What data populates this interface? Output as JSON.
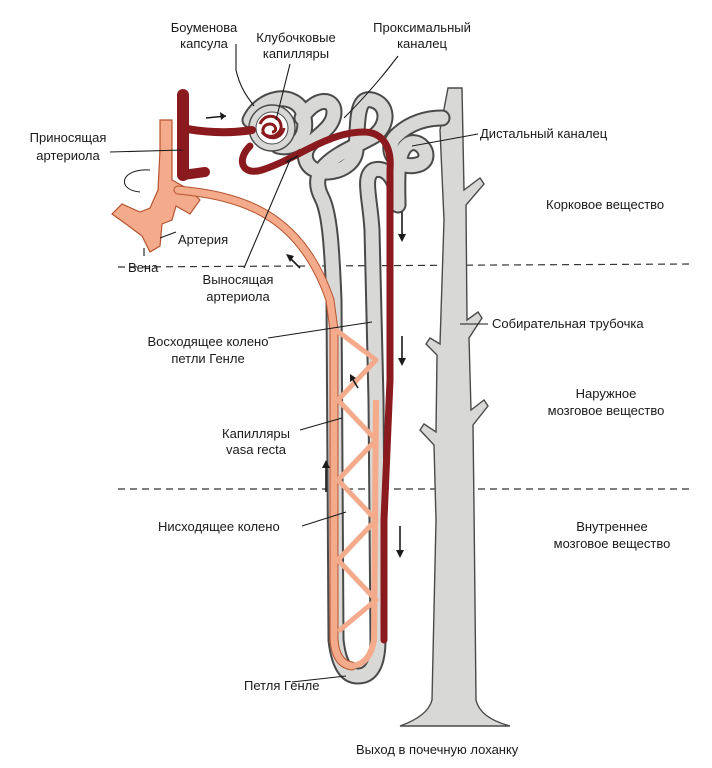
{
  "colors": {
    "tubule_fill": "#d8d8d6",
    "tubule_outline": "#4a4a4a",
    "arterial": "#8b1a1e",
    "venous": "#f4ab8b",
    "venous_outline": "#b5542f"
  },
  "labels": {
    "bowman_capsule": [
      "Боуменова",
      "капсула"
    ],
    "glomerular_capillaries": [
      "Клубочковые",
      "капилляры"
    ],
    "proximal_tubule": [
      "Проксимальный",
      "каналец"
    ],
    "afferent_arteriole": [
      "Приносящая",
      "артериола"
    ],
    "distal_tubule": "Дистальный каналец",
    "cortex": "Корковое вещество",
    "artery": "Артерия",
    "vein": "Вена",
    "efferent_arteriole": [
      "Выносящая",
      "артериола"
    ],
    "collecting_duct": "Собирательная трубочка",
    "ascending_limb": [
      "Восходящее колено",
      "петли Генле"
    ],
    "outer_medulla": [
      "Наружное",
      "мозговое вещество"
    ],
    "vasa_recta": [
      "Капилляры",
      "vasa recta"
    ],
    "descending_limb": "Нисходящее колено",
    "inner_medulla": [
      "Внутреннее",
      "мозговое вещество"
    ],
    "loop_of_henle": "Петля Генле",
    "exit_to_pelvis": "Выход в почечную лоханку"
  }
}
